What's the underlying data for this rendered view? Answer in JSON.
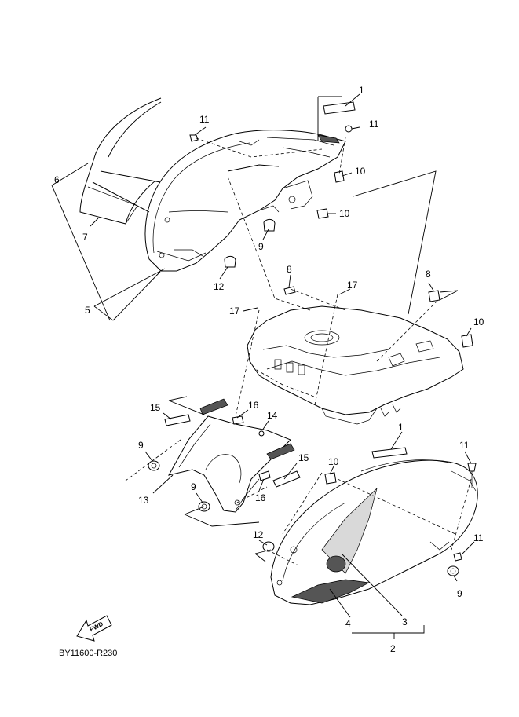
{
  "diagram": {
    "drawing_code": "BY11600-R230",
    "fwd_label": "FWD",
    "callouts": {
      "c1_top": "1",
      "c1_mid": "1",
      "c2": "2",
      "c3": "3",
      "c4": "4",
      "c5": "5",
      "c6": "6",
      "c7": "7",
      "c8_left": "8",
      "c8_right": "8",
      "c9_top": "9",
      "c9_left": "9",
      "c9_mid": "9",
      "c9_right": "9",
      "c10_top": "10",
      "c10_mid": "10",
      "c10_right": "10",
      "c10_low": "10",
      "c11_top_left": "11",
      "c11_top_right": "11",
      "c11_low_right": "11",
      "c11_low_far": "11",
      "c12_top": "12",
      "c12_low": "12",
      "c13": "13",
      "c14": "14",
      "c15_left": "15",
      "c15_right": "15",
      "c16_top": "16",
      "c16_low": "16",
      "c17_left": "17",
      "c17_right": "17"
    }
  }
}
